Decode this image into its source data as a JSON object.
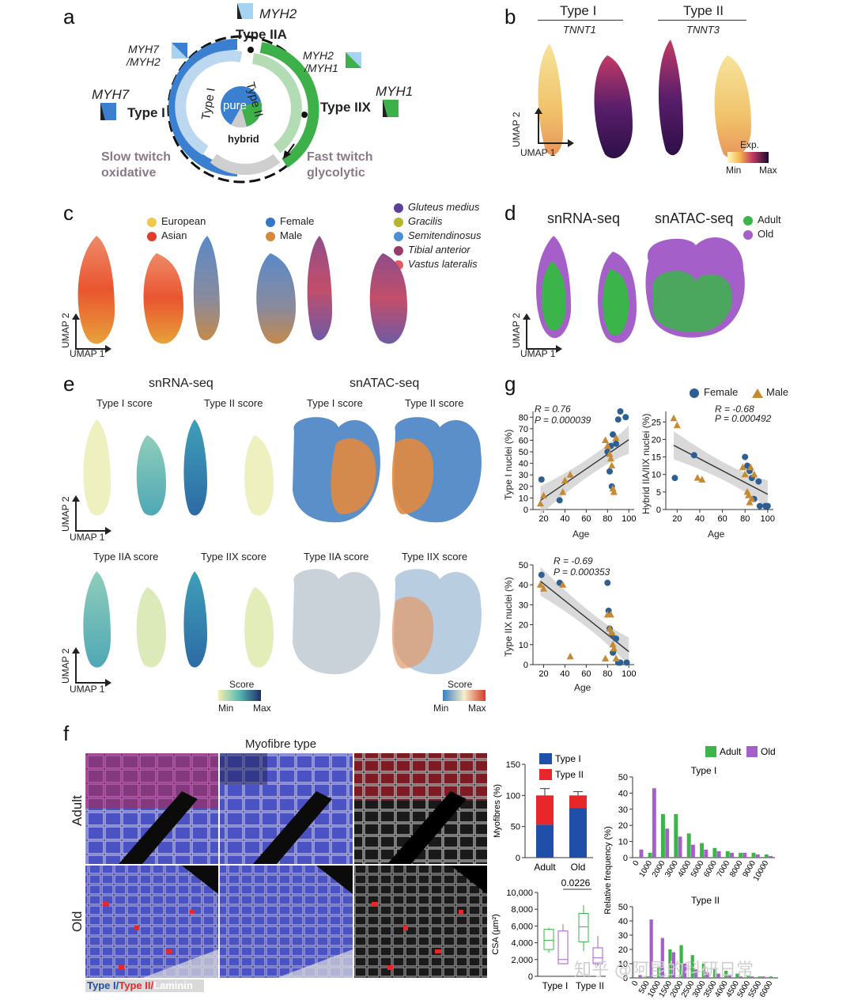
{
  "panels": {
    "a": "a",
    "b": "b",
    "c": "c",
    "d": "d",
    "e": "e",
    "f": "f",
    "g": "g"
  },
  "a": {
    "myh2": "MYH2",
    "type_iia": "Type IIA",
    "myh7_myh2_1": "MYH7",
    "myh7_myh2_2": "/MYH2",
    "myh2_myh1_1": "MYH2",
    "myh2_myh1_2": "/MYH1",
    "myh7": "MYH7",
    "type_i": "Type I",
    "myh1": "MYH1",
    "type_iix": "Type IIX",
    "ring_type_i": "Type I",
    "ring_type_ii": "Type II",
    "pure": "pure",
    "hybrid": "hybrid",
    "slow1": "Slow twitch",
    "slow2": "oxidative",
    "fast1": "Fast twitch",
    "fast2": "glycolytic"
  },
  "b": {
    "type_i": "Type I",
    "type_ii": "Type II",
    "tnnt1": "TNNT1",
    "tnnt3": "TNNT3",
    "exp": "Exp.",
    "min": "Min",
    "max": "Max",
    "umap1": "UMAP 1",
    "umap2": "UMAP 2"
  },
  "c": {
    "ancestry": [
      "European",
      "Asian"
    ],
    "sex": [
      "Female",
      "Male"
    ],
    "muscles": [
      "Gluteus medius",
      "Gracilis",
      "Semitendinosus",
      "Tibial anterior",
      "Vastus lateralis"
    ],
    "umap1": "UMAP 1",
    "umap2": "UMAP 2"
  },
  "d": {
    "snrna": "snRNA-seq",
    "snatac": "snATAC-seq",
    "adult": "Adult",
    "old": "Old",
    "umap1": "UMAP 1",
    "umap2": "UMAP 2"
  },
  "e": {
    "snrna": "snRNA-seq",
    "snatac": "snATAC-seq",
    "type_i_score": "Type I score",
    "type_ii_score": "Type II score",
    "type_iia_score": "Type IIA score",
    "type_iix_score": "Type IIX score",
    "score": "Score",
    "min": "Min",
    "max": "Max",
    "umap1": "UMAP 1",
    "umap2": "UMAP 2"
  },
  "f": {
    "myofibre_type": "Myofibre type",
    "adult": "Adult",
    "old": "Old",
    "stain_type_i": "Type I",
    "stain_type_ii": "Type II",
    "stain_laminin": "Laminin",
    "colors": {
      "type_i": "#1f4fa8",
      "type_ii": "#e8272a",
      "adult": "#3bb44a",
      "old": "#a55fc8"
    }
  },
  "g": {
    "female": "Female",
    "male": "Male",
    "p1": {
      "r": "R = 0.76",
      "p": "P = 0.000039",
      "ylabel": "Type I nuclei (%)",
      "xlabel": "Age"
    },
    "p2": {
      "r": "R = -0.68",
      "p": "P = 0.000492",
      "ylabel": "Hybrid IIA/IIX nuclei (%)",
      "xlabel": "Age"
    },
    "p3": {
      "r": "R = -0.69",
      "p": "P = 0.000353",
      "ylabel": "Type IIX nuclei (%)",
      "xlabel": "Age"
    }
  },
  "watermark": "知乎 @阿昆的科研日常",
  "chart_data": [
    {
      "type": "scatter",
      "ylabel": "Type I nuclei (%)",
      "xlabel": "Age",
      "xlim": [
        10,
        105
      ],
      "ylim": [
        0,
        85
      ],
      "xticks": [
        20,
        40,
        60,
        80,
        100
      ],
      "yticks": [
        0,
        10,
        20,
        30,
        40,
        50,
        60,
        70,
        80
      ],
      "series": [
        {
          "name": "Female",
          "points": [
            [
              18,
              26
            ],
            [
              35,
              8
            ],
            [
              80,
              50
            ],
            [
              82,
              33
            ],
            [
              83,
              55
            ],
            [
              85,
              65
            ],
            [
              88,
              57
            ],
            [
              90,
              78
            ],
            [
              92,
              85
            ],
            [
              97,
              80
            ],
            [
              84,
              20
            ]
          ]
        },
        {
          "name": "Male",
          "points": [
            [
              17,
              5
            ],
            [
              20,
              12
            ],
            [
              38,
              15
            ],
            [
              40,
              25
            ],
            [
              45,
              30
            ],
            [
              78,
              60
            ],
            [
              80,
              55
            ],
            [
              82,
              48
            ],
            [
              83,
              44
            ],
            [
              84,
              38
            ],
            [
              85,
              18
            ],
            [
              86,
              15
            ],
            [
              88,
              62
            ]
          ]
        }
      ]
    },
    {
      "type": "scatter",
      "ylabel": "Hybrid IIA/IIX nuclei (%)",
      "xlabel": "Age",
      "xlim": [
        10,
        105
      ],
      "ylim": [
        0,
        28
      ],
      "xticks": [
        20,
        40,
        60,
        80,
        100
      ],
      "yticks": [
        0,
        5,
        10,
        15,
        20,
        25
      ],
      "series": [
        {
          "name": "Female",
          "points": [
            [
              18,
              9
            ],
            [
              35,
              15.5
            ],
            [
              80,
              15
            ],
            [
              82,
              12.5
            ],
            [
              84,
              11
            ],
            [
              86,
              9
            ],
            [
              88,
              3
            ],
            [
              92,
              8
            ],
            [
              93,
              1
            ],
            [
              98,
              1
            ],
            [
              100,
              1
            ]
          ]
        },
        {
          "name": "Male",
          "points": [
            [
              17,
              26
            ],
            [
              20,
              24
            ],
            [
              38,
              9
            ],
            [
              42,
              8.5
            ],
            [
              78,
              12
            ],
            [
              80,
              10
            ],
            [
              82,
              5
            ],
            [
              83,
              4
            ],
            [
              84,
              2
            ],
            [
              85,
              12
            ],
            [
              86,
              3
            ],
            [
              88,
              10
            ]
          ]
        }
      ]
    },
    {
      "type": "scatter",
      "ylabel": "Type IIX nuclei (%)",
      "xlabel": "Age",
      "xlim": [
        10,
        105
      ],
      "ylim": [
        0,
        50
      ],
      "xticks": [
        20,
        40,
        60,
        80,
        100
      ],
      "yticks": [
        0,
        10,
        20,
        30,
        40,
        50
      ],
      "series": [
        {
          "name": "Female",
          "points": [
            [
              18,
              45
            ],
            [
              35,
              41
            ],
            [
              80,
              41
            ],
            [
              81,
              27
            ],
            [
              82,
              18
            ],
            [
              84,
              15
            ],
            [
              85,
              6
            ],
            [
              88,
              13
            ],
            [
              90,
              1
            ],
            [
              92,
              1
            ],
            [
              98,
              1
            ]
          ]
        },
        {
          "name": "Male",
          "points": [
            [
              17,
              40
            ],
            [
              20,
              38
            ],
            [
              38,
              40
            ],
            [
              45,
              4
            ],
            [
              78,
              3
            ],
            [
              80,
              25
            ],
            [
              82,
              18
            ],
            [
              83,
              25
            ],
            [
              84,
              16
            ],
            [
              85,
              10
            ],
            [
              86,
              8
            ],
            [
              88,
              3
            ]
          ]
        }
      ]
    },
    {
      "type": "bar",
      "ylabel": "Myofibres (%)",
      "categories": [
        "Adult",
        "Old"
      ],
      "ylim": [
        0,
        150
      ],
      "yticks": [
        0,
        50,
        100,
        150
      ],
      "series": [
        {
          "name": "Type I",
          "values": [
            53,
            80
          ]
        },
        {
          "name": "Type II",
          "values": [
            47,
            20
          ]
        }
      ]
    },
    {
      "type": "box",
      "ylabel": "CSA (µm²)",
      "categories": [
        "Type I",
        "Type II"
      ],
      "ylim": [
        0,
        10000
      ],
      "yticks": [
        0,
        2000,
        4000,
        6000,
        8000,
        10000
      ],
      "ytick_labels": [
        "0",
        "2,000",
        "4,000",
        "6,000",
        "8,000",
        "10,000"
      ],
      "annotation": "0.0226",
      "series": [
        {
          "name": "Adult",
          "boxes": [
            {
              "cat": "Type I",
              "min": 2800,
              "q1": 3200,
              "med": 4300,
              "q3": 5600,
              "max": 5800
            },
            {
              "cat": "Type II",
              "min": 3000,
              "q1": 4100,
              "med": 5900,
              "q3": 7500,
              "max": 8500
            }
          ]
        },
        {
          "name": "Old",
          "boxes": [
            {
              "cat": "Type I",
              "min": 1500,
              "q1": 1500,
              "med": 2000,
              "q3": 5400,
              "max": 6200
            },
            {
              "cat": "Type II",
              "min": 1200,
              "q1": 1500,
              "med": 2200,
              "q3": 3400,
              "max": 4800
            }
          ]
        }
      ]
    },
    {
      "type": "bar",
      "title": "Type I",
      "ylabel": "Relative frequency (%)",
      "ylim": [
        0,
        50
      ],
      "yticks": [
        0,
        10,
        20,
        30,
        40,
        50
      ],
      "categories": [
        "0",
        "1000",
        "2000",
        "3000",
        "4000",
        "5000",
        "6000",
        "7000",
        "8000",
        "9000",
        "10000"
      ],
      "series": [
        {
          "name": "Adult",
          "values": [
            0,
            3,
            27,
            27,
            15,
            9,
            6,
            4,
            3,
            3,
            2
          ]
        },
        {
          "name": "Old",
          "values": [
            5,
            43,
            18,
            13,
            8,
            5,
            4,
            3,
            3,
            2,
            1
          ]
        }
      ]
    },
    {
      "type": "bar",
      "title": "Type II",
      "ylabel": "Relative frequency (%)",
      "ylim": [
        0,
        50
      ],
      "yticks": [
        0,
        10,
        20,
        30,
        40,
        50
      ],
      "categories": [
        "0",
        "500",
        "1000",
        "1500",
        "2000",
        "2500",
        "3000",
        "3500",
        "4000",
        "4500",
        "5000",
        "5500",
        "6000"
      ],
      "series": [
        {
          "name": "Adult",
          "values": [
            0,
            1,
            8,
            20,
            23,
            16,
            10,
            7,
            5,
            3,
            2,
            1,
            1
          ]
        },
        {
          "name": "Old",
          "values": [
            2,
            41,
            28,
            18,
            10,
            6,
            4,
            3,
            2,
            1,
            1,
            1,
            0
          ]
        }
      ]
    }
  ]
}
